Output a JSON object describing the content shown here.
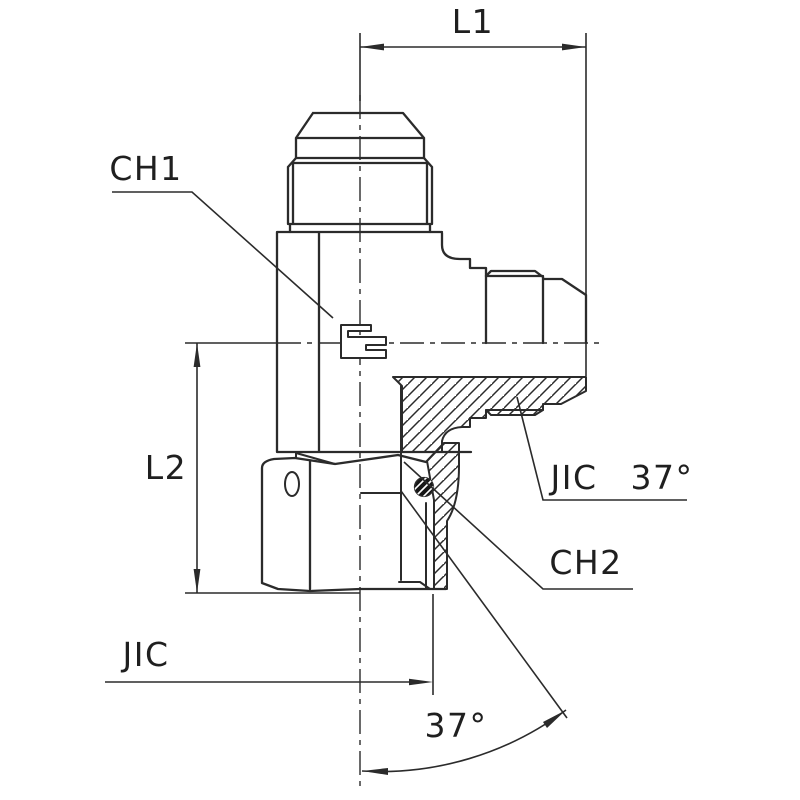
{
  "drawing": {
    "labels": {
      "l1": "L1",
      "ch1": "CH1",
      "l2": "L2",
      "jic_bottom": "JIC",
      "angle_bottom": "37°",
      "jic_side": "JIC",
      "angle_side": "37°",
      "ch2": "CH2"
    },
    "colors": {
      "line": "#2b2b2b",
      "background": "#ffffff",
      "oring": "#161616"
    }
  }
}
